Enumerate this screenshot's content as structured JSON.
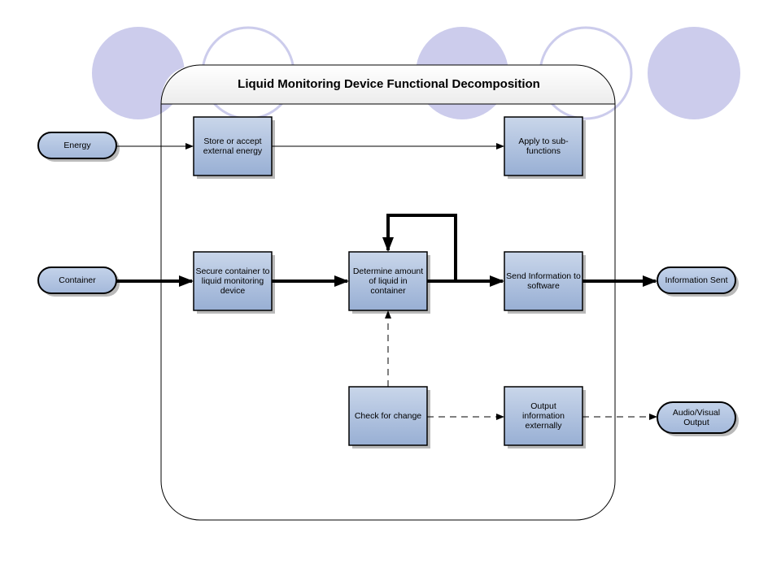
{
  "title": "Liquid Monitoring Device Functional Decomposition",
  "inputs": {
    "energy": "Energy",
    "container": "Container"
  },
  "outputs": {
    "information_sent": "Information Sent",
    "audio_visual": "Audio/Visual Output"
  },
  "functions": {
    "store_energy": "Store or accept external energy",
    "apply_subfunctions": "Apply to sub-functions",
    "secure_container": "Secure container to liquid monitoring device",
    "determine_amount": "Determine amount of liquid in container",
    "send_information": "Send Information to software",
    "check_change": "Check for change",
    "output_external": "Output information externally"
  },
  "colors": {
    "box_fill_top": "#c3d2e8",
    "box_fill_bottom": "#9db3d6",
    "terminal_fill": "#b4c7e2",
    "decor_circle": "#ccccec",
    "decor_ring": "#ccccec"
  }
}
